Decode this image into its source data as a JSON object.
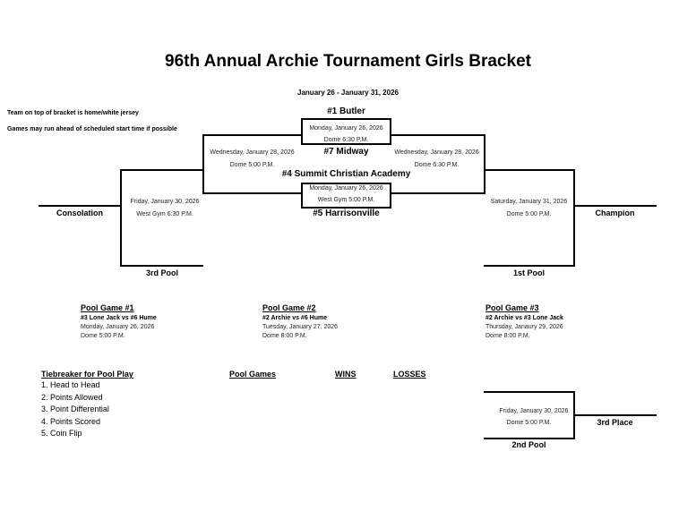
{
  "header": {
    "title": "96th Annual Archie Tournament Girls Bracket",
    "dates": "January 26 - January 31, 2026"
  },
  "notes": [
    "Team on top of bracket is home/white jersey",
    "Games may run ahead of scheduled start time if possible"
  ],
  "bracket": {
    "teams": {
      "seed1": "#1 Butler",
      "seed7": "#7 Midway",
      "seed4": "#4 Summit Christian Academy",
      "seed5": "#5 Harrisonville"
    },
    "games": {
      "game_1v7": {
        "date": "Monday, January 26, 2026",
        "venue_time": "Dome 6:30 P.M."
      },
      "game_4v5": {
        "date": "Monday, January 26, 2026",
        "venue_time": "West Gym 5:00 P.M."
      },
      "semi_left": {
        "date": "Wednesday, January 28, 2026",
        "venue_time": "Dome 5:00 P.M."
      },
      "semi_right": {
        "date": "Wednesday, January 28, 2026",
        "venue_time": "Dome 6:30 P.M."
      },
      "consolation": {
        "date": "Friday, January 30, 2026",
        "venue_time": "West Gym 6:30 P.M."
      },
      "championship": {
        "date": "Saturday, January 31, 2026",
        "venue_time": "Dome 5:00 P.M."
      },
      "third_place": {
        "date": "Friday, January 30, 2026",
        "venue_time": "Dome 5:00 P.M."
      }
    },
    "labels": {
      "consolation": "Consolation",
      "champion": "Champion",
      "third_pool": "3rd Pool",
      "first_pool": "1st Pool",
      "second_pool": "2nd Pool",
      "third_place": "3rd Place"
    }
  },
  "pool_games": [
    {
      "title": "Pool Game #1",
      "matchup": "#3 Lone Jack vs #6 Hume",
      "date": "Monday, January 26, 2026",
      "venue_time": "Dome 5:00 P.M."
    },
    {
      "title": "Pool Game #2",
      "matchup": "#2 Archie vs #6 Hume",
      "date": "Tuesday, January 27, 2026",
      "venue_time": "Dome 8:00 P.M."
    },
    {
      "title": "Pool Game #3",
      "matchup": "#2 Archie vs #3 Lone Jack",
      "date": "Thursday, Janaury 29, 2026",
      "venue_time": "Dome 8:00 P.M."
    }
  ],
  "tiebreaker": {
    "title": "Tiebreaker for Pool Play",
    "items": [
      "1. Head to Head",
      "2. Points Allowed",
      "3. Point Differential",
      "4. Points Scored",
      "5. Coin Flip"
    ]
  },
  "standings": {
    "headers": {
      "games": "Pool Games",
      "wins": "WINS",
      "losses": "LOSSES"
    }
  }
}
